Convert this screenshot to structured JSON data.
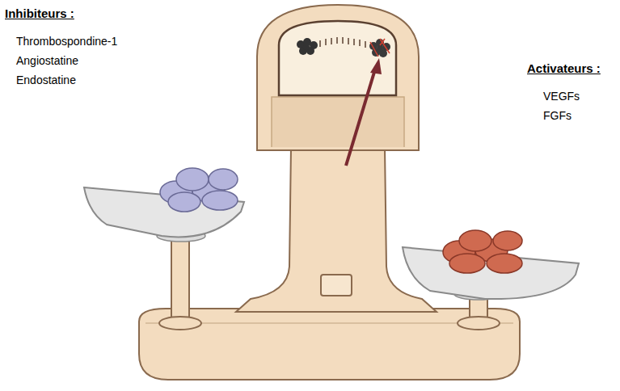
{
  "diagram": {
    "labels": [
      "Inhibiteurs :",
      "Thrombospondine-1",
      "Angiostatine",
      "Endostatine",
      "Activateurs :",
      "VEGFs",
      "FGFs"
    ]
  }
}
